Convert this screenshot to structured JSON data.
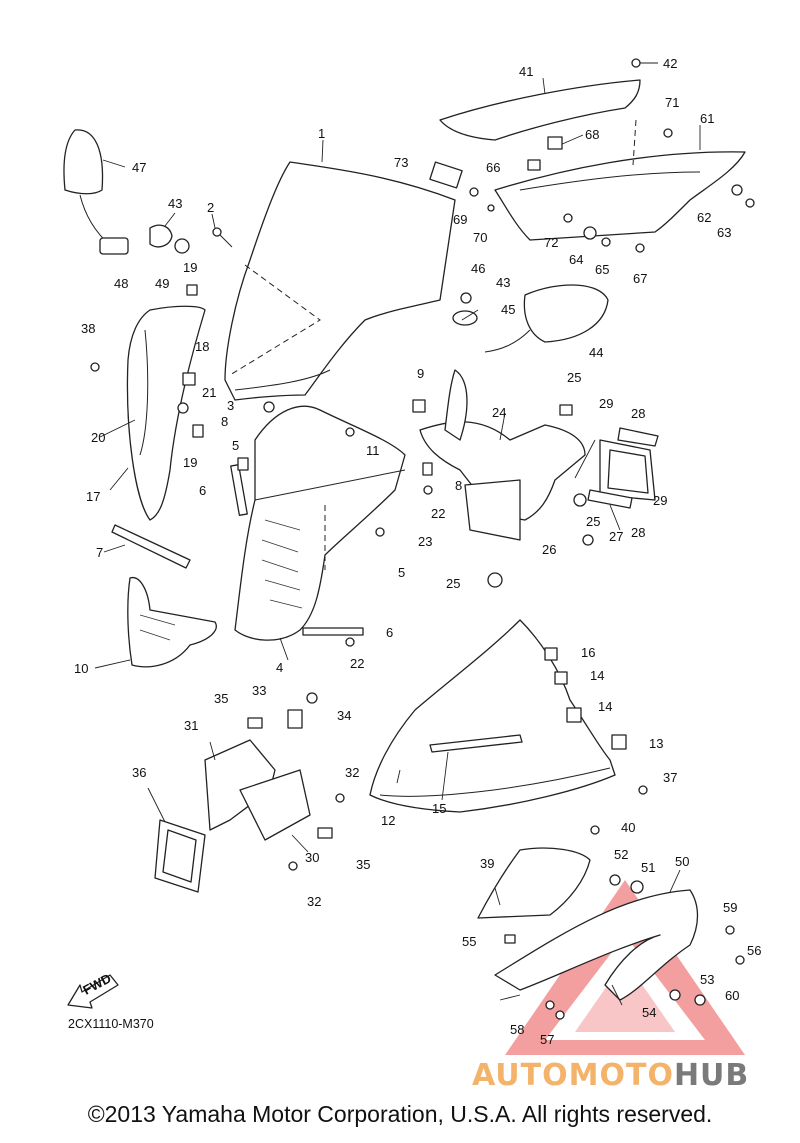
{
  "diagram": {
    "catalog_code": "2CX1110-M370",
    "copyright": "©2013 Yamaha Motor Corporation, U.S.A. All rights reserved.",
    "fwd_label": "FWD",
    "watermark": {
      "part1": "AUTOMOTO",
      "part2": "HUB"
    },
    "colors": {
      "line": "#222222",
      "watermark_triangle": "#f08080",
      "watermark_text": "#f3b36b",
      "watermark_hub": "#7a7a7a"
    },
    "callouts": [
      "1",
      "2",
      "3",
      "4",
      "5",
      "5",
      "6",
      "6",
      "7",
      "8",
      "8",
      "9",
      "10",
      "11",
      "12",
      "13",
      "14",
      "14",
      "15",
      "16",
      "17",
      "18",
      "19",
      "19",
      "20",
      "21",
      "22",
      "22",
      "23",
      "24",
      "25",
      "25",
      "25",
      "26",
      "27",
      "28",
      "28",
      "29",
      "29",
      "30",
      "31",
      "32",
      "32",
      "33",
      "34",
      "35",
      "35",
      "36",
      "37",
      "38",
      "39",
      "40",
      "41",
      "42",
      "43",
      "43",
      "44",
      "45",
      "46",
      "47",
      "48",
      "49",
      "50",
      "51",
      "52",
      "53",
      "54",
      "55",
      "56",
      "57",
      "58",
      "59",
      "60",
      "61",
      "62",
      "63",
      "64",
      "65",
      "66",
      "67",
      "68",
      "69",
      "70",
      "71",
      "72",
      "73"
    ]
  }
}
